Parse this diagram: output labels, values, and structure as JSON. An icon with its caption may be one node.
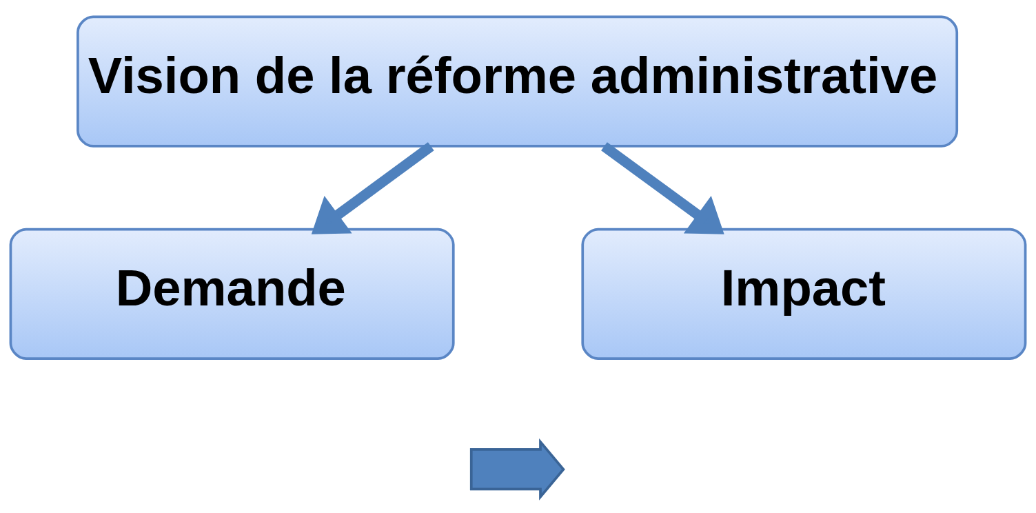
{
  "diagram": {
    "nodes": [
      {
        "text": [
          "Vision de la réforme administrative"
        ]
      },
      {
        "text": [
          "Demande"
        ]
      },
      {
        "text": [
          "Impact"
        ]
      },
      {
        "text": [],
        "shape": "arrow"
      }
    ],
    "edges": [
      {
        "from": 0,
        "to": 1,
        "arrow": "to"
      },
      {
        "from": 0,
        "to": 2,
        "arrow": "to"
      }
    ]
  }
}
